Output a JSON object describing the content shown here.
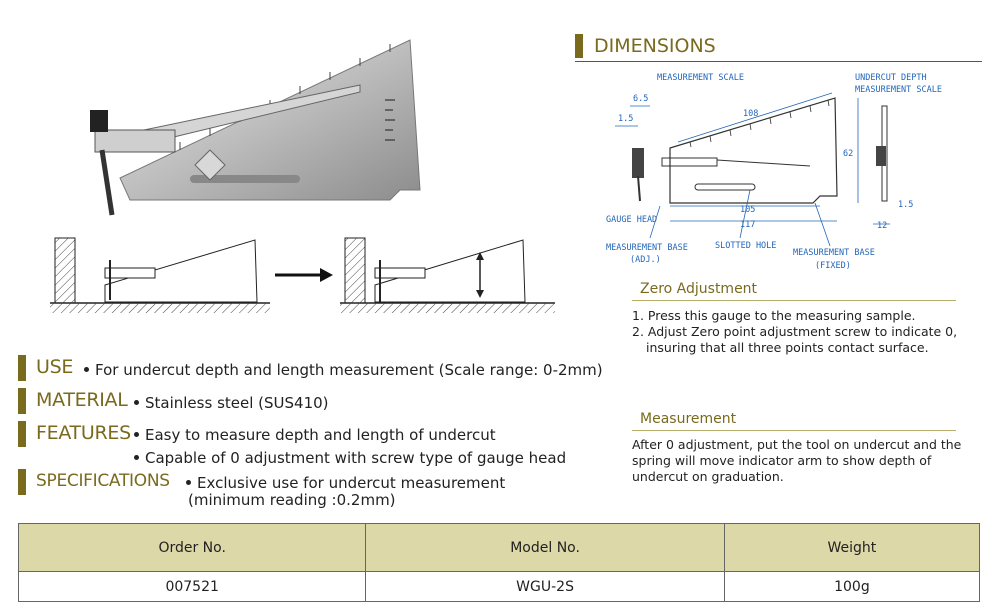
{
  "left": {
    "sections": [
      {
        "label": "USE",
        "lines": [
          "For undercut depth and length measurement (Scale range: 0-2mm)"
        ]
      },
      {
        "label": "MATERIAL",
        "lines": [
          "Stainless steel (SUS410)"
        ]
      },
      {
        "label": "FEATURES",
        "lines": [
          "Easy to measure depth and length of undercut",
          "Capable of 0 adjustment with screw type of gauge head"
        ]
      },
      {
        "label": "SPECIFICATIONS",
        "lines": [
          "Exclusive use for undercut measurement",
          "(minimum reading :0.2mm)"
        ]
      }
    ]
  },
  "dimensions": {
    "title": "DIMENSIONS",
    "labels": {
      "measurement_scale": "MEASUREMENT SCALE",
      "undercut_depth_1": "UNDERCUT DEPTH",
      "undercut_depth_2": "MEASUREMENT SCALE",
      "gauge_head": "GAUGE HEAD",
      "base_adj_1": "MEASUREMENT BASE",
      "base_adj_2": "(ADJ.)",
      "slotted_hole": "SLOTTED HOLE",
      "base_fixed_1": "MEASUREMENT BASE",
      "base_fixed_2": "(FIXED)"
    },
    "values": {
      "d65": "6.5",
      "d15": "1.5",
      "d108": "108",
      "d62": "62",
      "d105": "105",
      "d117": "117",
      "d15b": "1.5",
      "d12": "12"
    }
  },
  "zero_adjustment": {
    "title": "Zero Adjustment",
    "steps": [
      "1. Press this gauge to the measuring sample.",
      "2. Adjust Zero point adjustment screw to indicate 0,",
      "insuring that all three points contact surface."
    ]
  },
  "measurement": {
    "title": "Measurement",
    "lines": [
      "After 0 adjustment, put the tool on undercut and the",
      "spring will move indicator arm to show depth of",
      "undercut on graduation."
    ]
  },
  "table": {
    "headers": [
      "Order No.",
      "Model No.",
      "Weight"
    ],
    "rows": [
      [
        "007521",
        "WGU-2S",
        "100g"
      ]
    ]
  },
  "colors": {
    "accent": "#7a6a1e",
    "dim_blue": "#2266bb",
    "table_header": "#ddd8a8"
  }
}
